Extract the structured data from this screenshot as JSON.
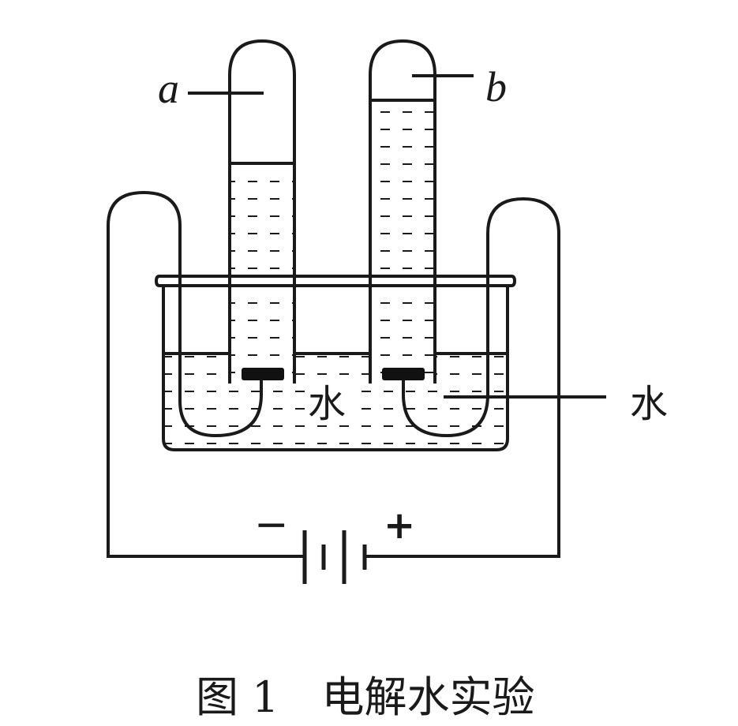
{
  "labels": {
    "tube_a": "a",
    "tube_b": "b",
    "water_inner": "水",
    "water_outer": "水",
    "minus": "−",
    "plus": "+"
  },
  "caption": "图 1　电解水实验",
  "colors": {
    "line": "#1a1a1a",
    "electrode": "#111111",
    "background": "#ffffff"
  },
  "water_level_fraction": {
    "tube_a": 0.6,
    "tube_b": 0.82
  }
}
